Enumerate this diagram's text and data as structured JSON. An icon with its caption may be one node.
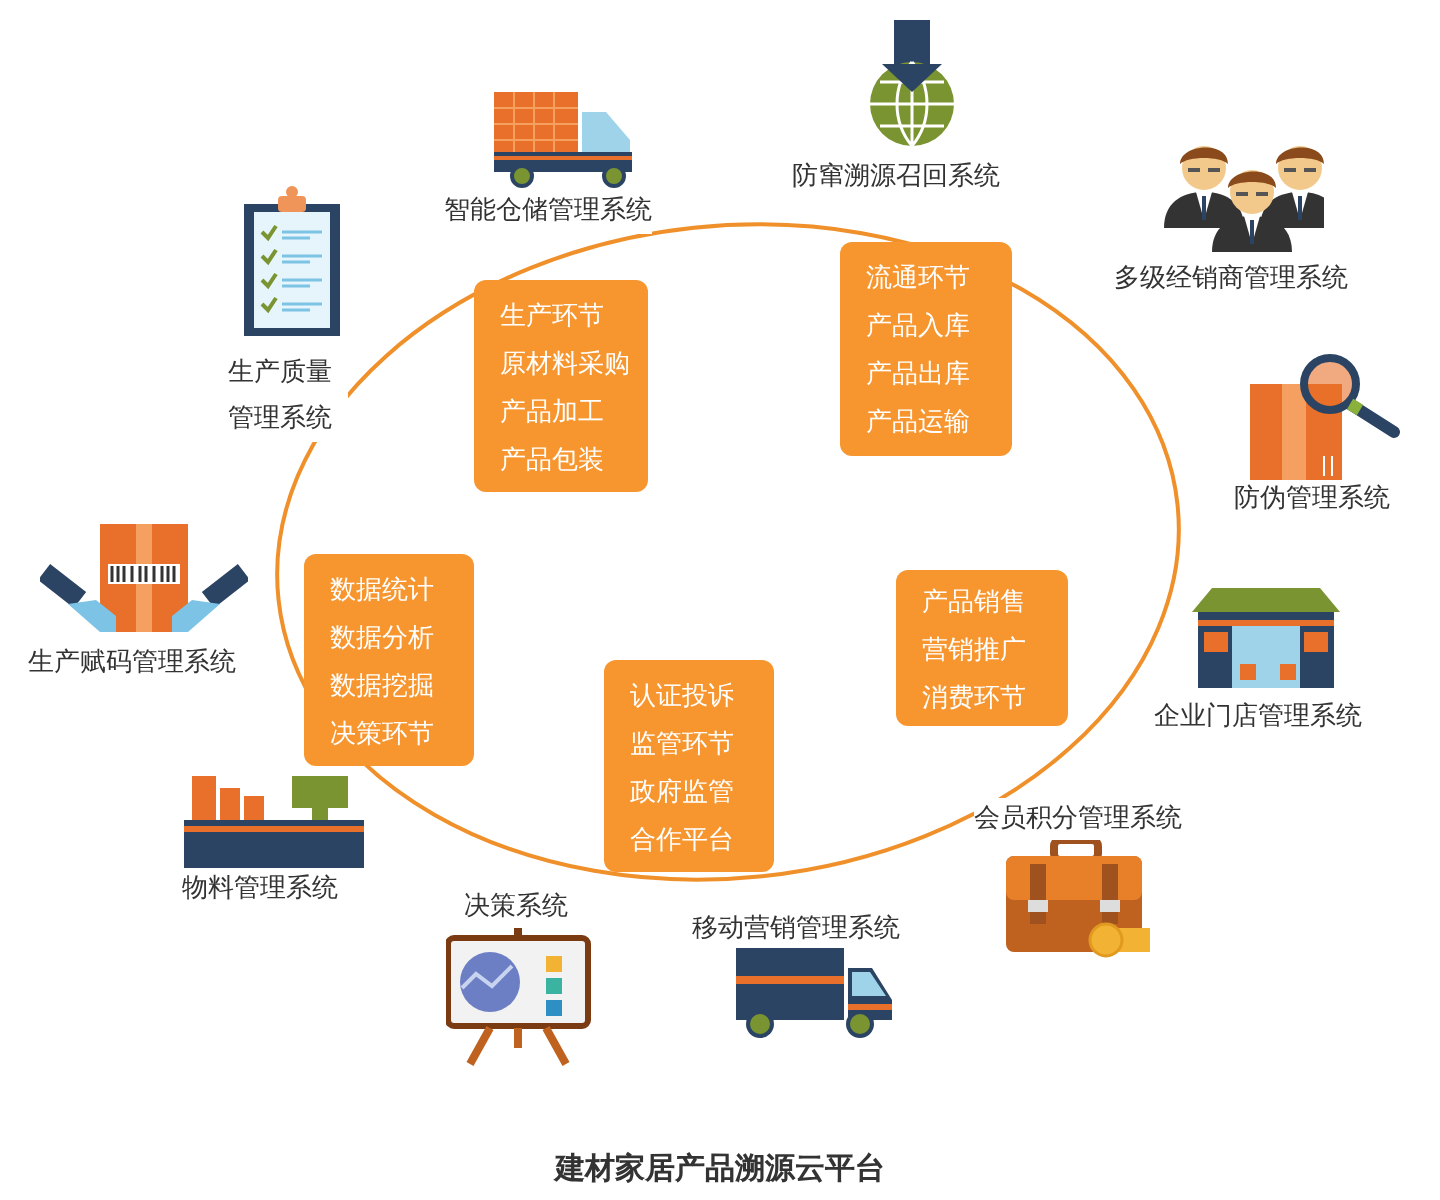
{
  "diagram": {
    "title": "建材家居产品溯源云平台",
    "nodes": [
      {
        "text": [
          "生产环节",
          "原材料采购",
          "产品加工",
          "产品包装"
        ]
      },
      {
        "text": [
          "流通环节",
          "产品入库",
          "产品出库",
          "产品运输"
        ]
      },
      {
        "text": [
          "数据统计",
          "数据分析",
          "数据挖掘",
          "决策环节"
        ]
      },
      {
        "text": [
          "产品销售",
          "营销推广",
          "消费环节"
        ]
      },
      {
        "text": [
          "认证投诉",
          "监管环节",
          "政府监管",
          "合作平台"
        ]
      }
    ],
    "labels": [
      "防窜溯源召回系统",
      "智能仓储管理系统",
      "多级经销商管理系统",
      "生产质量管理系统",
      "防伪管理系统",
      "生产赋码管理系统",
      "企业门店管理系统",
      "会员积分管理系统",
      "物料管理系统",
      "决策系统",
      "移动营销管理系统"
    ]
  }
}
